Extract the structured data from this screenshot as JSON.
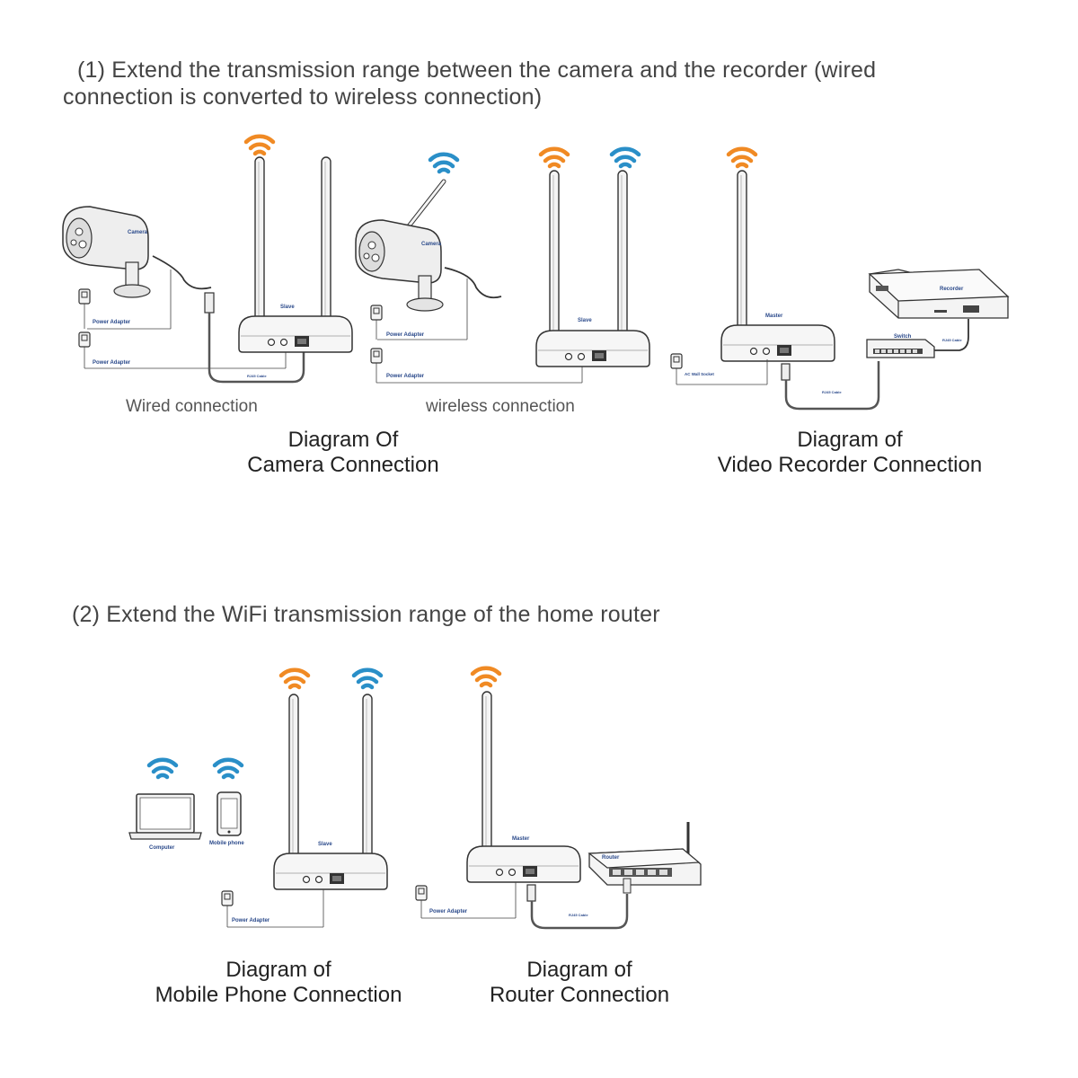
{
  "section1": {
    "heading_line1": "(1) Extend the transmission range between the camera and the recorder (wired",
    "heading_line2": "connection is converted to wireless connection)",
    "caption_wired": "Wired connection",
    "caption_wireless": "wireless connection",
    "camera_diagram_title_line1": "Diagram Of",
    "camera_diagram_title_line2": "Camera Connection",
    "recorder_diagram_title_line1": "Diagram of",
    "recorder_diagram_title_line2": "Video Recorder Connection"
  },
  "section2": {
    "heading": "(2) Extend the WiFi transmission range of the home router",
    "phone_diagram_title_line1": "Diagram of",
    "phone_diagram_title_line2": "Mobile Phone Connection",
    "router_diagram_title_line1": "Diagram of",
    "router_diagram_title_line2": "Router Connection"
  },
  "device_labels": {
    "camera": "Camera",
    "power_adapter": "Power Adapter",
    "slave": "Slave",
    "master": "Master",
    "recorder": "Recorder",
    "switch": "Switch",
    "rj45_cable": "RJ45 Cable",
    "ac_wall_socket": "AC Wall Socket",
    "computer": "Computer",
    "mobile_phone": "Mobile phone",
    "router": "Router"
  },
  "colors": {
    "signal_orange": "#f08a24",
    "signal_blue": "#2a8fc8",
    "label_blue": "#2b4a8b",
    "line_grey": "#555555"
  },
  "icons": [
    "wifi-signal-icon",
    "antenna-icon",
    "camera-icon",
    "power-adapter-icon",
    "recorder-icon",
    "switch-icon",
    "laptop-icon",
    "phone-icon",
    "router-icon"
  ]
}
